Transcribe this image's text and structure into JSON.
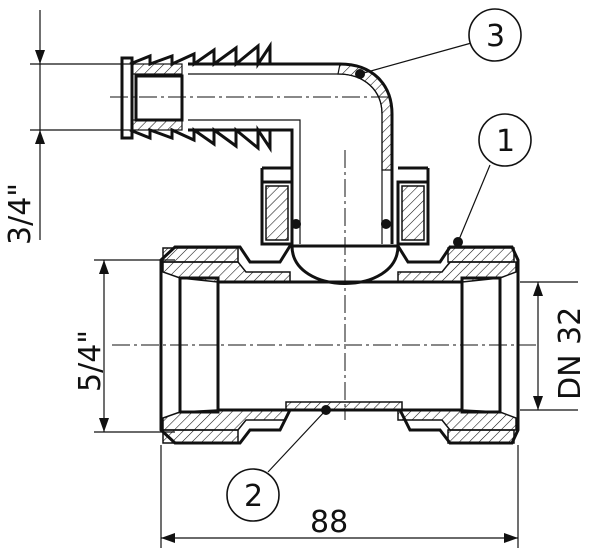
{
  "dimensions": {
    "top_connection": "3/4\"",
    "pipe_connection": "5/4\"",
    "nominal_diameter": "DN 32",
    "overall_length": "88"
  },
  "callouts": [
    "1",
    "2",
    "3"
  ]
}
